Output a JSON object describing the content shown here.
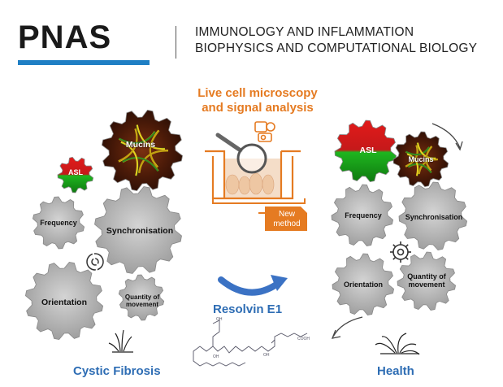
{
  "header": {
    "logo": "PNAS",
    "subject_1": "IMMUNOLOGY AND INFLAMMATION",
    "subject_2": "BIOPHYSICS AND COMPUTATIONAL BIOLOGY"
  },
  "center": {
    "title_line_1": "Live cell microscopy",
    "title_line_2": "and signal analysis",
    "method_line_1": "New",
    "method_line_2": "method",
    "resolvin": "Resolvin E1"
  },
  "left": {
    "mucins": "Mucins",
    "asl": "ASL",
    "frequency": "Frequency",
    "synchronisation": "Synchronisation",
    "orientation": "Orientation",
    "quantity_1": "Quantity of",
    "quantity_2": "movement",
    "label": "Cystic Fibrosis"
  },
  "right": {
    "asl": "ASL",
    "mucins": "Mucins",
    "frequency": "Frequency",
    "synchronisation": "Synchronisation",
    "orientation": "Orientation",
    "quantity_1": "Quantity of",
    "quantity_2": "movement",
    "label": "Health"
  },
  "colors": {
    "brand_blue": "#1f7fc4",
    "orange": "#e57b22",
    "label_blue": "#2e6db4",
    "gear_gray": "#a8a8a8"
  },
  "icons": [
    "gear-icon",
    "broken-gear-icon",
    "magnifier-icon",
    "microscope-icon",
    "arrow-icon",
    "cilia-icon",
    "molecule-icon"
  ]
}
